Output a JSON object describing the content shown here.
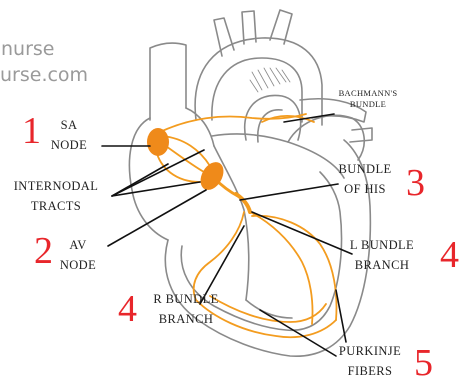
{
  "watermark": {
    "line1": "nurse",
    "line2": "urse.com"
  },
  "labels": {
    "sa_number": "1",
    "sa_line1": "SA",
    "sa_line2": "NODE",
    "internodal_line1": "INTERNODAL",
    "internodal_line2": "TRACTS",
    "av_number": "2",
    "av_line1": "AV",
    "av_line2": "NODE",
    "bachmann_line1": "BACHMANN'S",
    "bachmann_line2": "BUNDLE",
    "his_number": "3",
    "his_line1": "BUNDLE",
    "his_line2": "OF HIS",
    "lbb_number": "4",
    "lbb_line1": "L BUNDLE",
    "lbb_line2": "BRANCH",
    "rbb_number": "4",
    "rbb_line1": "R BUNDLE",
    "rbb_line2": "BRANCH",
    "purkinje_number": "5",
    "purkinje_line1": "PURKINJE",
    "purkinje_line2": "FIBERS"
  },
  "colors": {
    "conduction": "#f39c1f",
    "node": "#ef8a1a",
    "number": "#e8262b",
    "outline": "#8a8a8a"
  }
}
